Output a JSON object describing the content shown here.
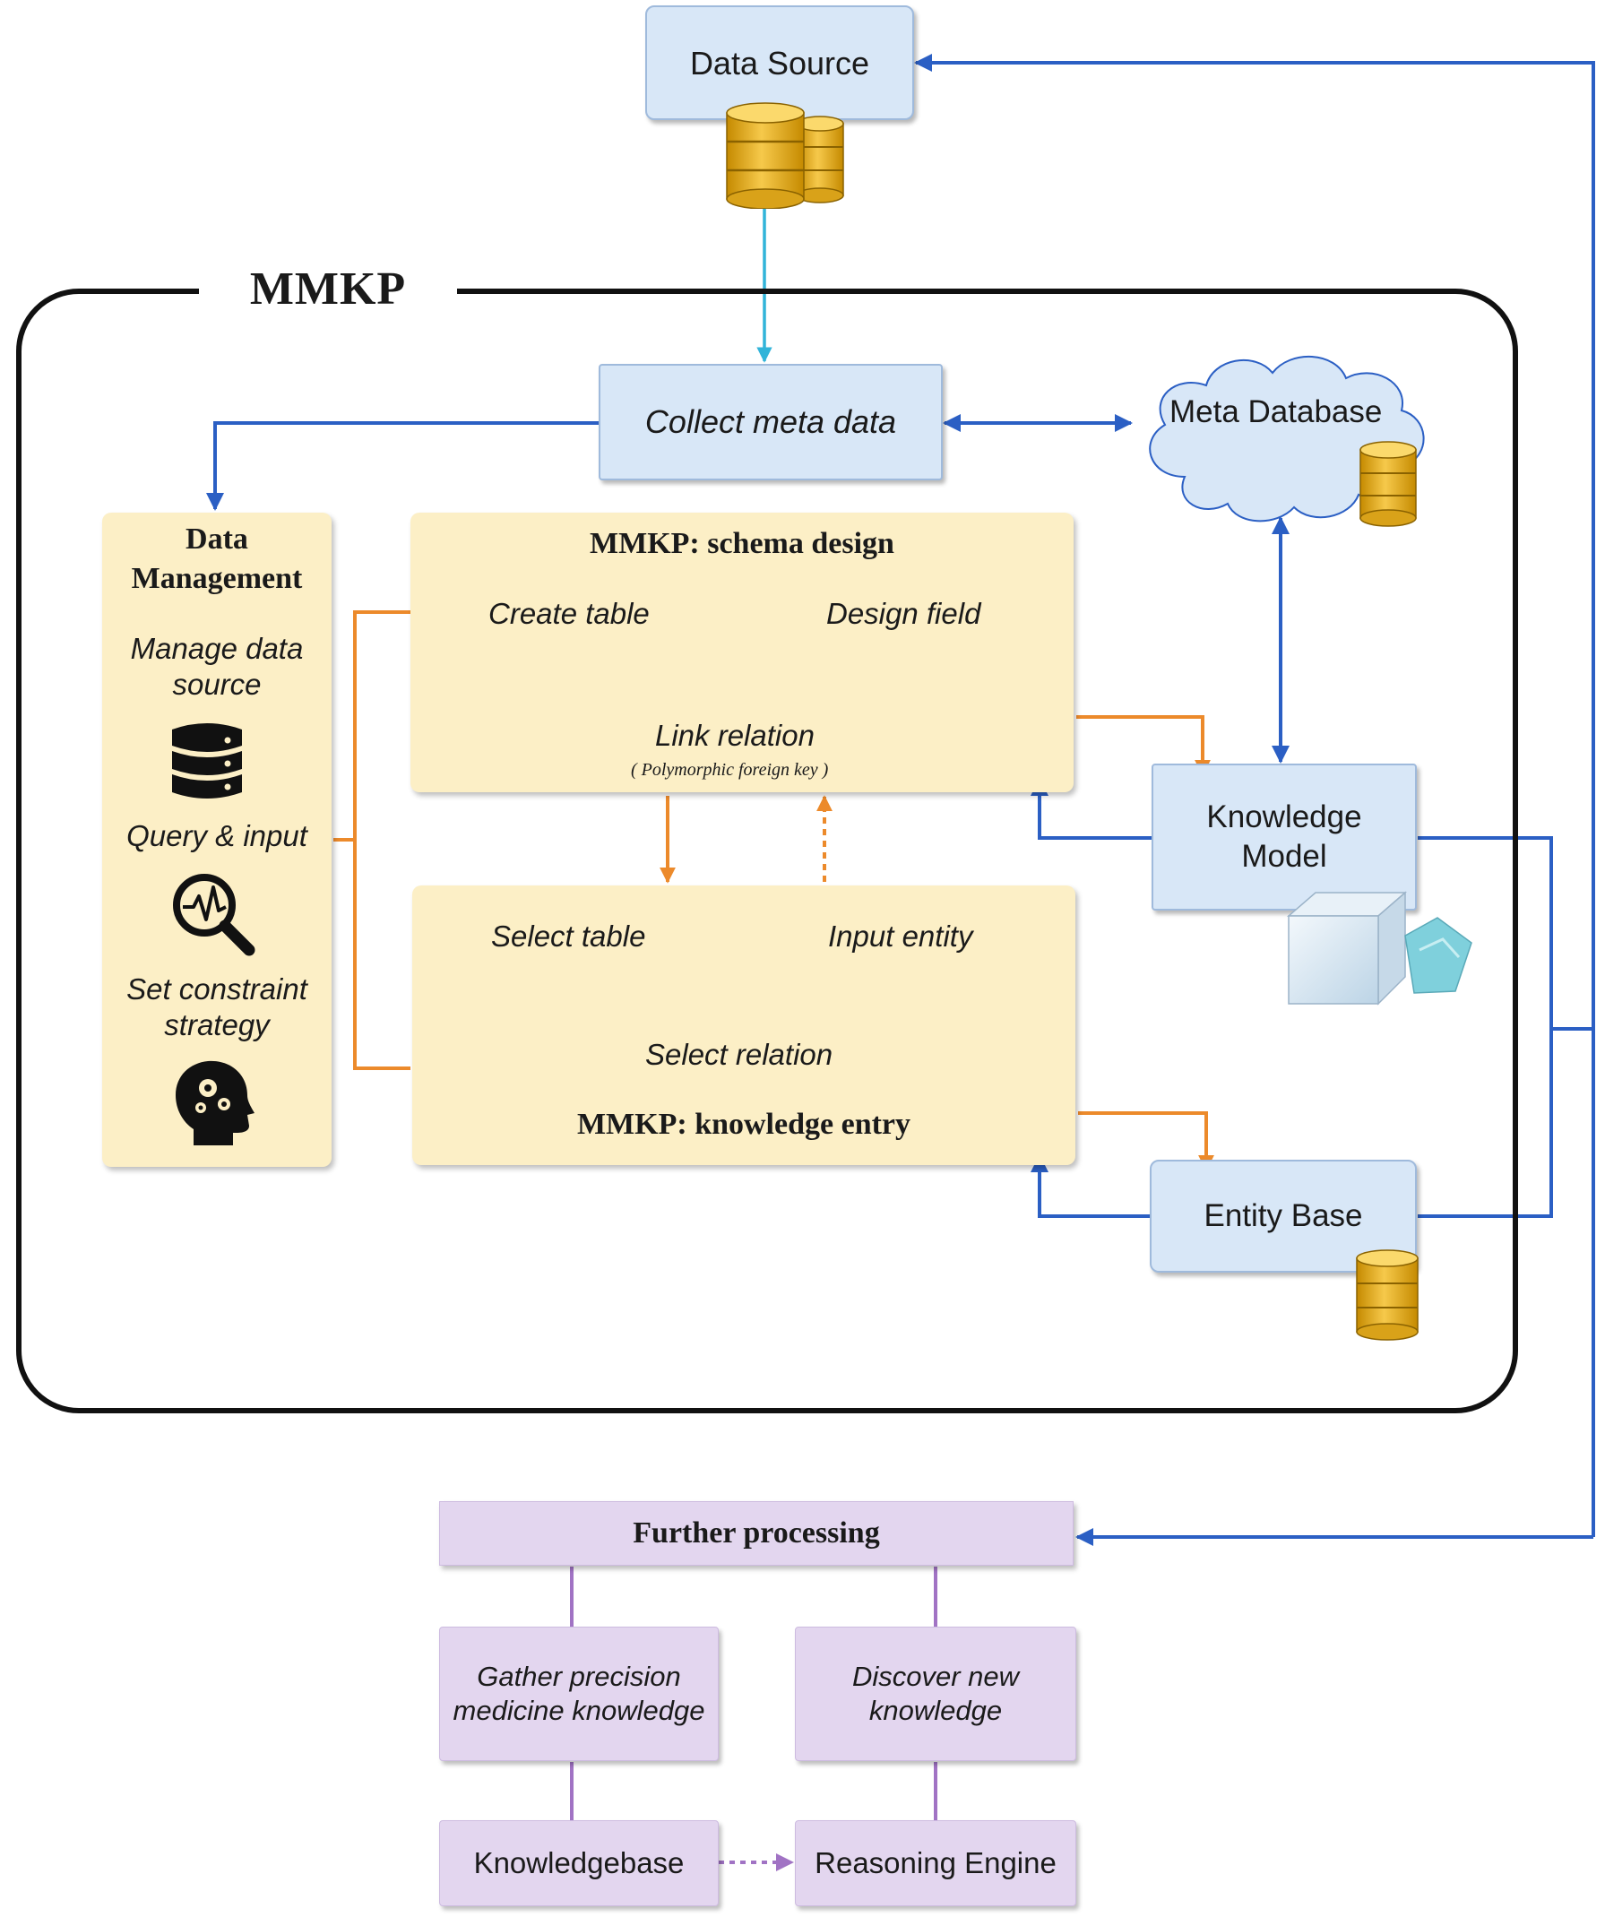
{
  "frame": {
    "title": "MMKP"
  },
  "data_source": {
    "label": "Data Source"
  },
  "collect": {
    "label": "Collect meta data"
  },
  "meta_db": {
    "label": "Meta Database"
  },
  "data_mgmt": {
    "title": "Data Management",
    "items": [
      "Manage data source",
      "Query & input",
      "Set constraint strategy"
    ]
  },
  "schema": {
    "title": "MMKP: schema design",
    "create_table": "Create table",
    "design_field": "Design field",
    "link_relation": "Link relation",
    "link_note": "( Polymorphic foreign key )"
  },
  "entry": {
    "title": "MMKP: knowledge entry",
    "select_table": "Select table",
    "input_entity": "Input entity",
    "select_relation": "Select relation"
  },
  "knowledge_model": {
    "label": "Knowledge Model"
  },
  "entity_base": {
    "label": "Entity Base"
  },
  "further": {
    "title": "Further processing",
    "gather": "Gather precision medicine knowledge",
    "discover": "Discover new knowledge",
    "knowledgebase": "Knowledgebase",
    "reasoning": "Reasoning Engine"
  },
  "colors": {
    "blue_arrow": "#2b5fc4",
    "cyan_arrow": "#31b4d9",
    "orange_arrow": "#ec8a2b",
    "purple_line": "#a173c4"
  }
}
